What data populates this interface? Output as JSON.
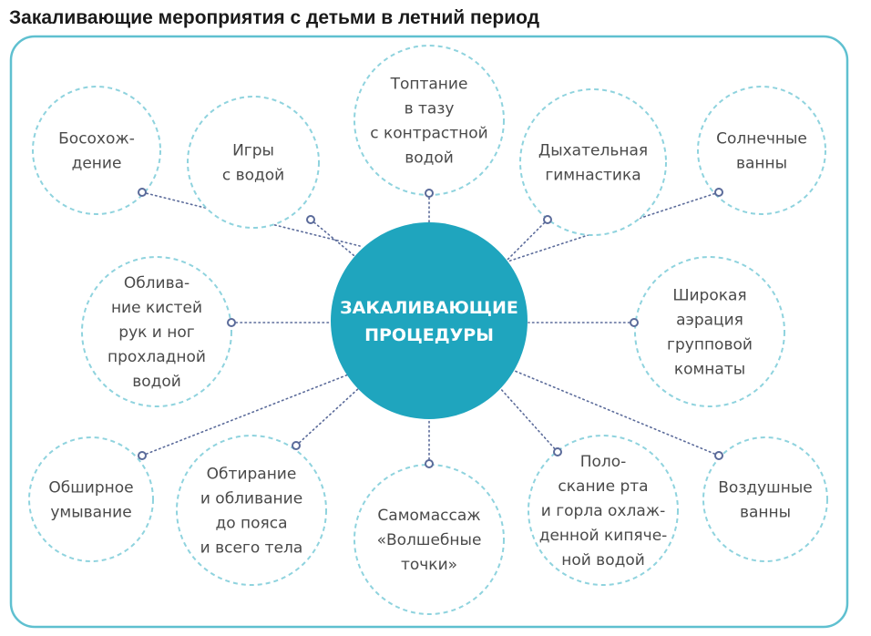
{
  "title": "Закаливающие мероприятия с детьми в летний период",
  "colors": {
    "accent": "#1fa5be",
    "frame": "#5fc0d0",
    "node_border": "#8fd3de",
    "connector": "#5b6b9a",
    "text": "#4a4a4a"
  },
  "center": {
    "lines": [
      "ЗАКАЛИВАЮЩИЕ",
      "ПРОЦЕДУРЫ"
    ]
  },
  "nodes": [
    {
      "id": "barefoot",
      "lines": [
        "Босохож-",
        "дение"
      ]
    },
    {
      "id": "water-games",
      "lines": [
        "Игры",
        "с водой"
      ]
    },
    {
      "id": "basin-trampling",
      "lines": [
        "Топтание",
        "в тазу",
        "с контрастной",
        "водой"
      ]
    },
    {
      "id": "breathing-gymnastics",
      "lines": [
        "Дыхательная",
        "гимнастика"
      ]
    },
    {
      "id": "sun-baths",
      "lines": [
        "Солнечные",
        "ванны"
      ]
    },
    {
      "id": "hands-feet-dousing",
      "lines": [
        "Облива-",
        "ние кистей",
        "рук и ног",
        "прохладной",
        "водой"
      ]
    },
    {
      "id": "room-aeration",
      "lines": [
        "Широкая",
        "аэрация",
        "групповой",
        "комнаты"
      ]
    },
    {
      "id": "extensive-washing",
      "lines": [
        "Обширное",
        "умывание"
      ]
    },
    {
      "id": "rubbing-dousing",
      "lines": [
        "Обтирание",
        "и обливание",
        "до пояса",
        "и всего тела"
      ]
    },
    {
      "id": "self-massage",
      "lines": [
        "Самомассаж",
        "«Волшебные",
        "точки»"
      ]
    },
    {
      "id": "mouth-rinsing",
      "lines": [
        "Поло-",
        "скание рта",
        "и горла охлаж-",
        "денной кипяче-",
        "ной водой"
      ]
    },
    {
      "id": "air-baths",
      "lines": [
        "Воздушные",
        "ванны"
      ]
    }
  ]
}
